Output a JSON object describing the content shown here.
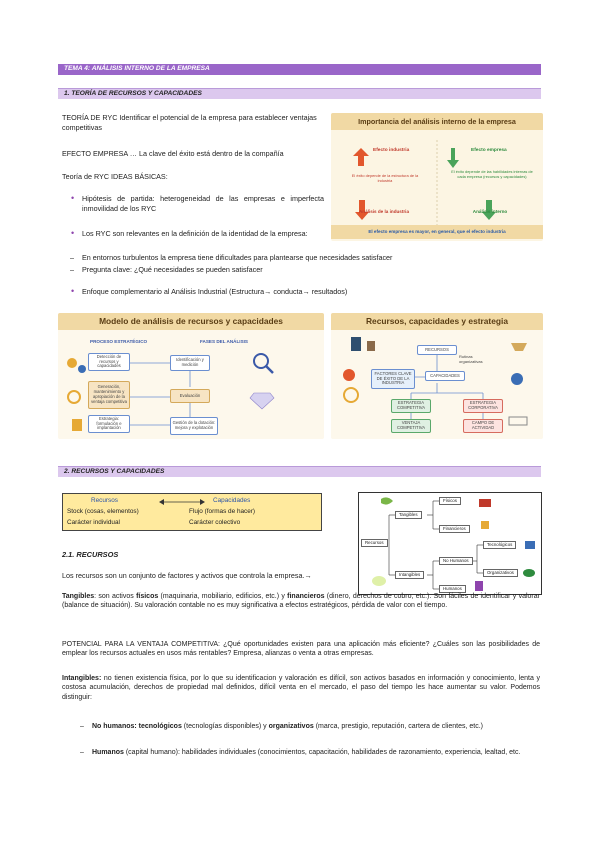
{
  "header": {
    "tema": "TEMA 4: ANÁLISIS INTERNO DE LA EMPRESA",
    "section1": "1. TEORÍA DE RECURSOS Y CAPACIDADES",
    "section2": "2. RECURSOS Y CAPACIDADES"
  },
  "section1": {
    "p1": "TEORÍA DE RYC Identificar el potencial de la empresa para establecer ventajas competitivas",
    "p2": "EFECTO EMPRESA … La clave del éxito está dentro de la compañía",
    "p3": "Teoría de RYC IDEAS BÁSICAS:",
    "bullet1": "Hipótesis de partida: heterogeneidad de las empresas e imperfecta inmovilidad de los RYC",
    "bullet2": "Los RYC son relevantes en la definición de la identidad de la empresa:",
    "dash1": "En entornos turbulentos la empresa tiene dificultades para plantearse que necesidades satisfacer",
    "dash2": "Pregunta clave: ¿Qué necesidades se pueden satisfacer",
    "bullet3": "Enfoque complementario al Análisis Industrial (Estructura→ conducta→ resultados)"
  },
  "fig_importancia": {
    "title": "Importancia del análisis interno de la empresa",
    "left_head": "Efecto industria",
    "left_text": "El éxito depende de la estructura de la industria",
    "left_bottom": "Análisis de la industria",
    "right_head": "Efecto empresa",
    "right_text": "El éxito depende de las habilidades internas de cada empresa (recursos y capacidades)",
    "right_bottom": "Análisis interno",
    "footer": "El efecto empresa es mayor, en general, que el efecto industria"
  },
  "fig_modelo": {
    "title": "Modelo de análisis de recursos y capacidades",
    "col1": "PROCESO ESTRATÉGICO",
    "col2": "FASES DEL ANÁLISIS",
    "b1": "Detección de recursos y capacidades",
    "b2": "Generación, mantenimiento y apropiación de la ventaja competitiva",
    "b3": "Estrategia: formulación e implantación",
    "c1": "Identificación y medición",
    "c2": "Evaluación",
    "c3": "Gestión de la dotación: mejora y explotación"
  },
  "fig_estrategia": {
    "title": "Recursos, capacidades y estrategia",
    "recursos": "RECURSOS",
    "rutinas": "Rutinas organizativas",
    "factores": "FACTORES CLAVE DE ÉXITO DE LA INDUSTRIA",
    "capacidades": "CAPACIDADES",
    "ventaja": "VENTAJA COMPETITIVA",
    "est_comp": "ESTRATEGIA COMPETITIVA",
    "est_corp": "ESTRATEGIA CORPORATIVA",
    "campo": "CAMPO DE ACTIVIDAD"
  },
  "legend": {
    "recursos": "Recursos",
    "capacidades": "Capacidades",
    "stock": "Stock (cosas, elementos)",
    "flujo": "Flujo (formas de hacer)",
    "individual": "Carácter individual",
    "colectivo": "Carácter colectivo"
  },
  "tree": {
    "recursos": "Recursos",
    "tangibles": "Tangibles",
    "intangibles": "Intangibles",
    "fisicos": "Físicos",
    "financieros": "Financieros",
    "no_humanos": "No Humanos",
    "humanos": "Humanos",
    "tecnologicos": "Tecnológicos",
    "organizativos": "Organizativos"
  },
  "section2": {
    "sub": "2.1. RECURSOS",
    "p1": "Los recursos son un conjunto de factores y activos que controla la empresa.→",
    "tang_b": "Tangibles",
    "tang_t1": ": son activos ",
    "tang_b2": "físicos",
    "tang_t2": " (maquinaria, mobiliario, edificios, etc.) y ",
    "tang_b3": "financieros",
    "tang_t3": " (dinero, derechos de cobro, etc.). Son fáciles de identificar y valorar (balance de situación). Su valoración contable no es muy significativa a efectos estratégicos, pérdida de valor con el tiempo.",
    "potencial": "POTENCIAL PARA LA VENTAJA COMPETITIVA: ¿Qué oportunidades existen para una aplicación más eficiente? ¿Cuáles son las posibilidades de emplear los recursos actuales en usos más rentables? Empresa, alianzas o venta a otras empresas.",
    "intang_b": "Intangibles:",
    "intang_t": " no tienen existencia física, por lo que su identificacion y valoración es difícil, son activos basados en información y conocimiento, lenta y costosa acumulación, derechos de propiedad mal definidos, difícil venta en el mercado, el paso del tiempo les hace aumentar su valor. Podemos distinguir:",
    "nh_b": "No humanos: tecnológicos",
    "nh_t1": " (tecnologías disponibles) y ",
    "nh_b2": "organizativos",
    "nh_t2": " (marca, prestigio, reputación, cartera de clientes, etc.)",
    "hum_b": "Humanos",
    "hum_t": " (capital humano): habilidades individuales (conocimientos, capacitación, habilidades de razonamiento, experiencia, lealtad, etc."
  },
  "colors": {
    "accent": "#9a66c9",
    "light": "#dcc8ee",
    "panel": "#f1d9a4",
    "legend": "#ffea9e"
  }
}
